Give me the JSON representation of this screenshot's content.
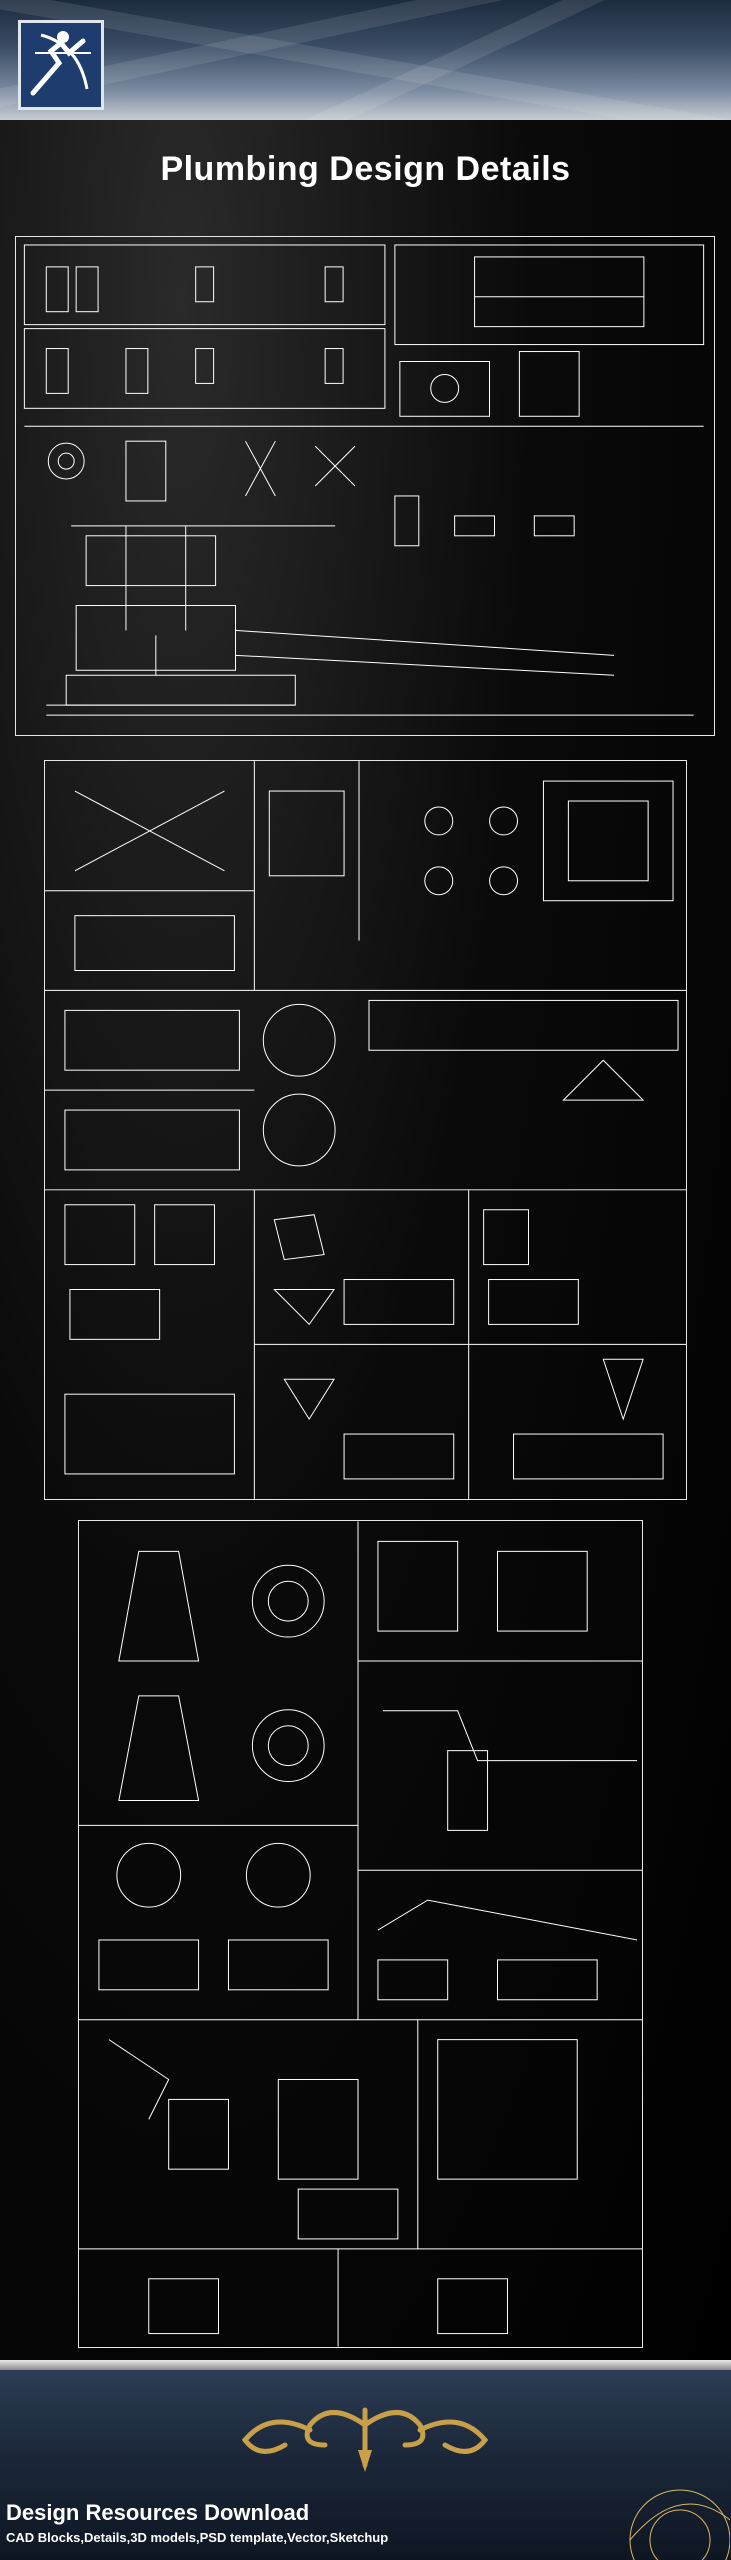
{
  "page": {
    "title": "Plumbing Design Details"
  },
  "footer": {
    "brand": "Design Resources Download",
    "tagline": "CAD Blocks,Details,3D models,PSD template,Vector,Sketchup"
  },
  "colors": {
    "background": "#000000",
    "drawing_lines": "#ffffff",
    "banner_blue": "#2e3f58",
    "ornament_gold": "#c9a04a"
  },
  "icons": {
    "logo": "archer-logo-icon",
    "ornament": "gold-scroll-ornament-icon"
  }
}
